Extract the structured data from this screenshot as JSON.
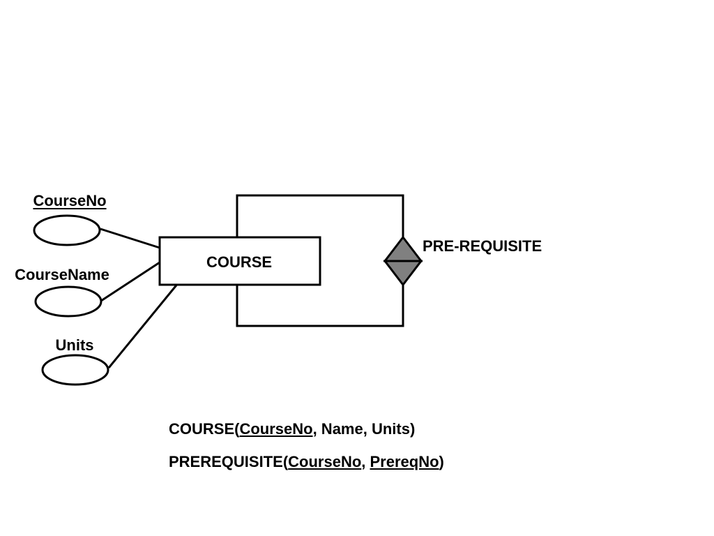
{
  "entity": {
    "name": "COURSE"
  },
  "relationship": {
    "name": "PRE-REQUISITE",
    "fill_color": "#808080"
  },
  "attributes": [
    {
      "label": "CourseNo",
      "is_key": true
    },
    {
      "label": "CourseName",
      "is_key": false
    },
    {
      "label": "Units",
      "is_key": false
    }
  ],
  "schema": {
    "course": {
      "relation": "COURSE",
      "key_attribute": "CourseNo",
      "rest": ", Name, Units"
    },
    "prerequisite": {
      "relation": "PREREQUISITE",
      "key_attribute_1": "CourseNo",
      "separator": ", ",
      "key_attribute_2": "PrereqNo"
    }
  }
}
